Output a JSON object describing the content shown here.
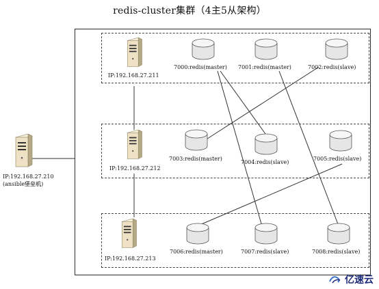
{
  "title": "redis-cluster集群（4主5从架构）",
  "bastion": {
    "ip_label": "IP:192.168.27.210",
    "role_label": "(ansible堡垒机)"
  },
  "hosts": [
    {
      "ip_label": "IP:192.168.27.211"
    },
    {
      "ip_label": "IP:192.168.27.212"
    },
    {
      "ip_label": "IP:192.168.27.213"
    }
  ],
  "redis_nodes": [
    {
      "label": "7000:redis(master)"
    },
    {
      "label": "7001:redis(master)"
    },
    {
      "label": "7002:redis(slave)"
    },
    {
      "label": "7003:redis(master)"
    },
    {
      "label": "7004:redis(slave)"
    },
    {
      "label": "7005:redis(slave)"
    },
    {
      "label": "7006:redis(master)"
    },
    {
      "label": "7007:redis(slave)"
    },
    {
      "label": "7008:redis(slave)"
    }
  ],
  "watermark": {
    "text": "亿速云"
  },
  "colors": {
    "server_body": "#efe2c4",
    "server_dark": "#8b8063",
    "disk_fill": "#ececec",
    "line": "#333333",
    "watermark": "#1d2b7a"
  }
}
